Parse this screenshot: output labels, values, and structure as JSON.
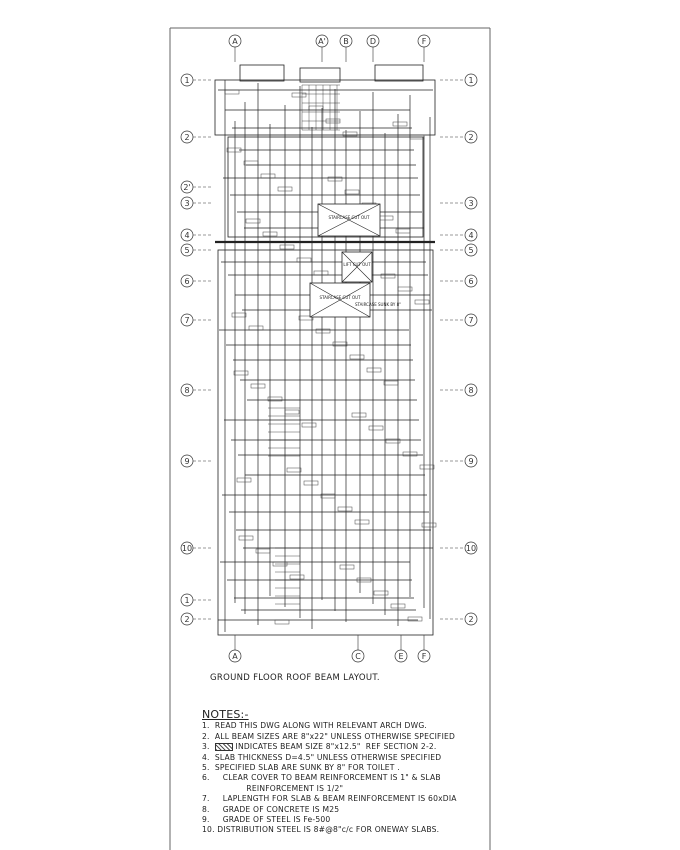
{
  "drawing": {
    "title": "GROUND FLOOR ROOF BEAM LAYOUT.",
    "top_grid_labels": [
      "A",
      "A'",
      "B",
      "D",
      "F"
    ],
    "bottom_grid_labels": [
      "A",
      "C",
      "E",
      "F"
    ],
    "left_grid_labels": [
      "1",
      "2",
      "2'",
      "3",
      "4",
      "5",
      "6",
      "7",
      "8",
      "9",
      "10",
      "1",
      "2"
    ],
    "right_grid_labels": [
      "1",
      "2",
      "3",
      "4",
      "5",
      "6",
      "7",
      "8",
      "9",
      "10",
      "2"
    ],
    "cutouts": [
      "STAIRCASE CUT OUT",
      "LIFT CUT OUT",
      "STAIRCASE CUT OUT",
      "STAIRCASE SUNK BY 8\""
    ]
  },
  "notes": {
    "heading": "NOTES:-",
    "items": [
      "1.  READ THIS DWG ALONG WITH RELEVANT ARCH DWG.",
      "2.  ALL BEAM SIZES ARE 8\"x22\" UNLESS OTHERWISE SPECIFIED",
      "INDICATES BEAM SIZE 8\"x12.5\"  REF SECTION 2-2.",
      "4.  SLAB THICKNESS D=4.5\" UNLESS OTHERWISE SPECIFIED",
      "5.  SPECIFIED SLAB ARE SUNK BY 8\" FOR TOILET .",
      "6.     CLEAR COVER TO BEAM REINFORCEMENT IS 1\" & SLAB\n                 REINFORCEMENT IS 1/2\"",
      "7.     LAPLENGTH FOR SLAB & BEAM REINFORCEMENT IS 60xDIA",
      "8.     GRADE OF CONCRETE IS M25",
      "9.     GRADE OF STEEL IS Fe-500",
      "10. DISTRIBUTION STEEL IS 8#@8\"c/c FOR ONEWAY SLABS."
    ],
    "item3_prefix": "3."
  }
}
